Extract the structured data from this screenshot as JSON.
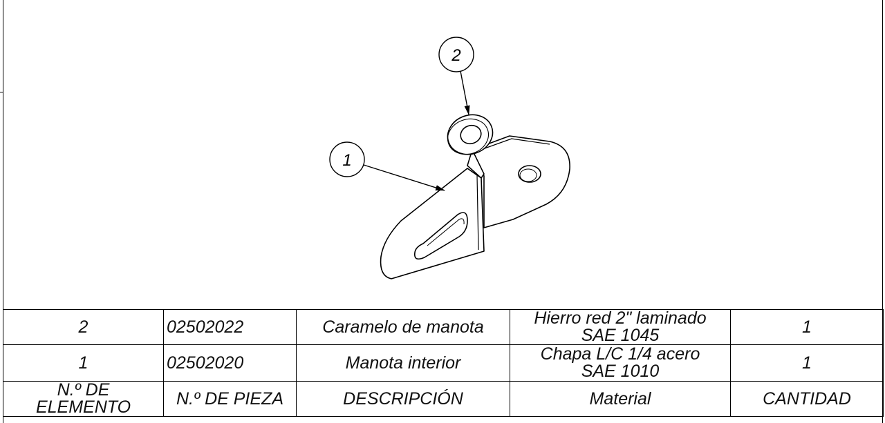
{
  "balloons": [
    {
      "number": "2"
    },
    {
      "number": "1"
    }
  ],
  "bom": {
    "rows": [
      {
        "item": "2",
        "part": "02502022",
        "description": "Caramelo de manota",
        "material": [
          "Hierro red 2\" laminado",
          "SAE 1045"
        ],
        "qty": "1"
      },
      {
        "item": "1",
        "part": "02502020",
        "description": "Manota interior",
        "material": [
          "Chapa L/C 1/4 acero",
          "SAE 1010"
        ],
        "qty": "1"
      }
    ],
    "header": {
      "item": [
        "N.º DE",
        "ELEMENTO"
      ],
      "part": "N.º DE PIEZA",
      "description": "DESCRIPCIÓN",
      "material": "Material",
      "qty": "CANTIDAD"
    }
  }
}
